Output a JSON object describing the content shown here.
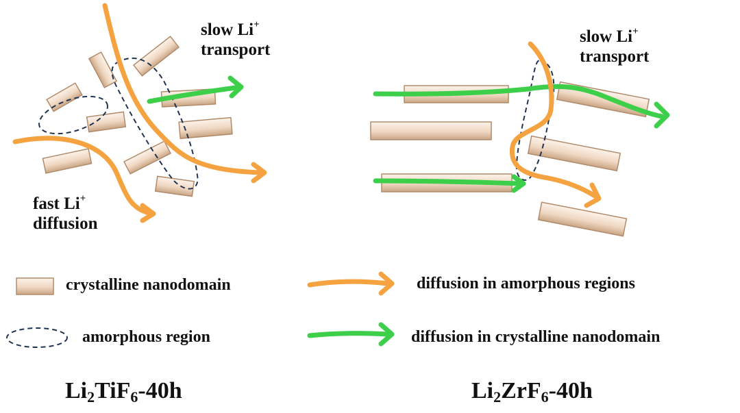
{
  "left_panel": {
    "annotation_slow_line1": "slow  Li",
    "annotation_slow_line2": "transport",
    "annotation_fast_line1": "fast Li",
    "annotation_fast_line2": "diffusion",
    "superscript": "+",
    "title": {
      "part1": "Li",
      "sub1": "2",
      "part2": "TiF",
      "sub2": "6",
      "part3": "-40h"
    }
  },
  "right_panel": {
    "annotation_slow_line1": "slow  Li",
    "annotation_slow_line2": "transport",
    "superscript": "+",
    "title": {
      "part1": "Li",
      "sub1": "2",
      "part2": "ZrF",
      "sub2": "6",
      "part3": "-40h"
    }
  },
  "legend": {
    "crystalline": "crystalline nanodomain",
    "amorphous": "amorphous region",
    "diffusion_amorphous": "diffusion in amorphous regions",
    "diffusion_crystalline": "diffusion in crystalline nanodomain"
  },
  "colors": {
    "nanodomain_fill_light": "#fbeee2",
    "nanodomain_fill_dark": "#d7b597",
    "amorphous_arrow": "#f4a340",
    "crystalline_arrow": "#3ecf4a",
    "amorphous_outline": "#1f3350"
  }
}
